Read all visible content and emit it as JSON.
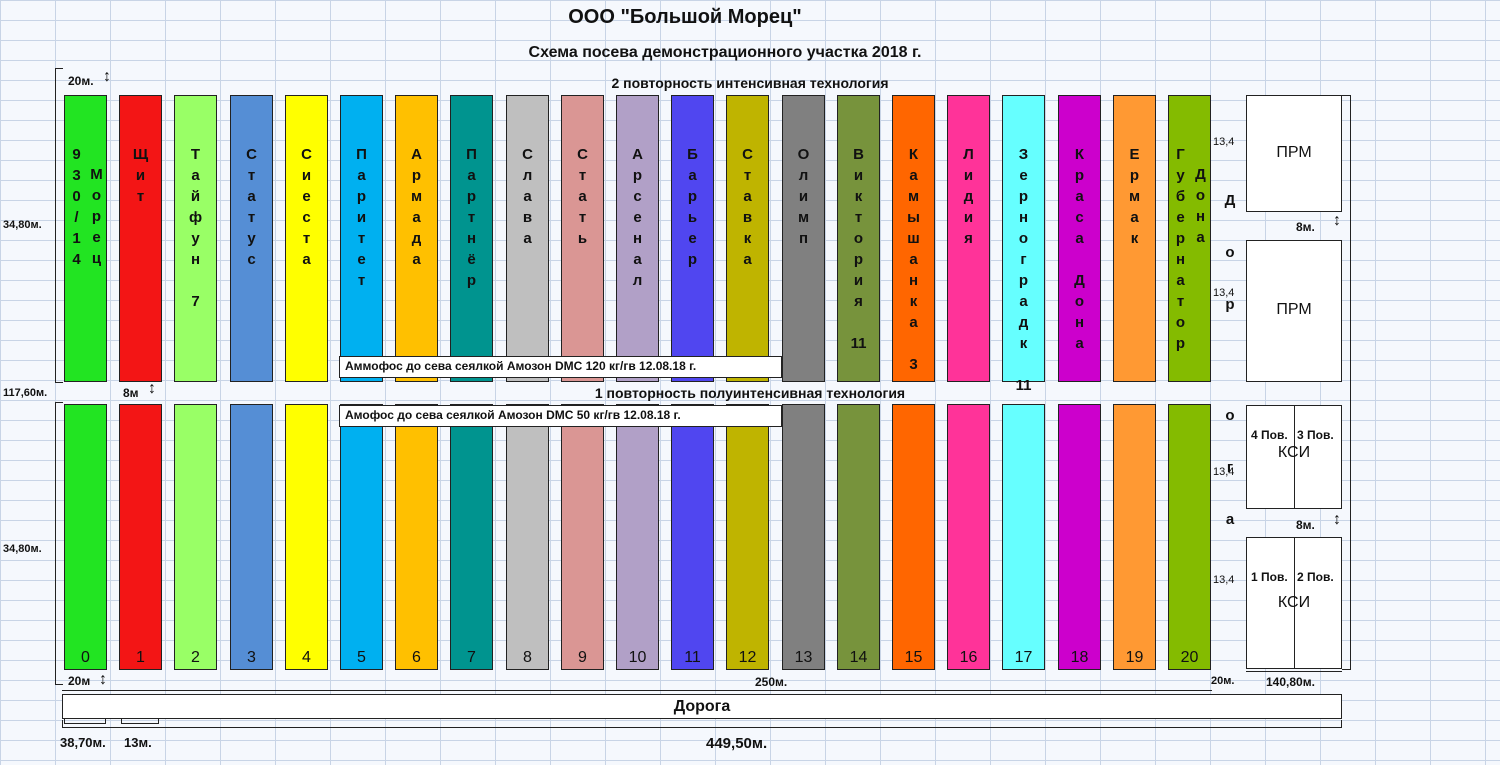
{
  "header": {
    "company": "ООО \"Большой Морец\"",
    "scheme_title": "Схема посева демонстрационного участка 2018 г.",
    "rep2_title": "2 повторность интенсивная технология",
    "rep1_title": "1 повторность полуинтенсивная технология"
  },
  "notes": {
    "top": "Аммофос  до сева сеялкой Амозон DMC 120 кг/гв  12.08.18 г.",
    "bottom": "Амофос  до сева сеялкой Амозон DMC 50 кг/гв  12.08.18 г."
  },
  "strips": [
    {
      "number": "0",
      "name": "9\n3\n0\n/\n1\n4",
      "name2": "М\nо\nр\nе\nц",
      "color": "#22e422"
    },
    {
      "number": "1",
      "name": "Щ\nи\nт",
      "color": "#f31515"
    },
    {
      "number": "2",
      "name": "Т\nа\nй\nф\nу\nн\n\n7",
      "color": "#99ff66"
    },
    {
      "number": "3",
      "name": "С\nт\nа\nт\nу\nс",
      "color": "#558ed5"
    },
    {
      "number": "4",
      "name": "С\nи\nе\nс\nт\nа",
      "color": "#ffff00"
    },
    {
      "number": "5",
      "name": "П\nа\nр\nи\nт\nе\nт",
      "color": "#00b0f0"
    },
    {
      "number": "6",
      "name": "А\nр\nм\nа\nд\nа",
      "color": "#ffc000"
    },
    {
      "number": "7",
      "name": "П\nа\nр\nт\nн\nё\nр",
      "color": "#00948f"
    },
    {
      "number": "8",
      "name": "С\nл\nа\nв\nа",
      "color": "#bfbfbf"
    },
    {
      "number": "9",
      "name": "С\nт\nа\nт\nь",
      "color": "#da9694"
    },
    {
      "number": "10",
      "name": "А\nр\nс\nе\nн\nа\nл",
      "color": "#b1a0c7"
    },
    {
      "number": "11",
      "name": "Б\nа\nр\nь\nе\nр",
      "color": "#5046f0"
    },
    {
      "number": "12",
      "name": "С\nт\nа\nв\nк\nа",
      "color": "#bfb400"
    },
    {
      "number": "13",
      "name": "О\nл\nи\nм\nп",
      "color": "#808080"
    },
    {
      "number": "14",
      "name": "В\nи\nк\nт\nо\nр\nи\nя\n\n11",
      "color": "#77933c"
    },
    {
      "number": "15",
      "name": "К\nа\nм\nы\nш\nа\nн\nк\nа\n\n3",
      "color": "#ff6600"
    },
    {
      "number": "16",
      "name": "Л\nи\nд\nи\nя",
      "color": "#ff3399"
    },
    {
      "number": "17",
      "name": "З\nе\nр\nн\nо\nг\nр\nа\nд\nк\n\n11",
      "color": "#66ffff"
    },
    {
      "number": "18",
      "name": "К\nр\nа\nс\nа\n\nД\nо\nн\nа",
      "color": "#cc00cc"
    },
    {
      "number": "19",
      "name": "Е\nр\nм\nа\nк",
      "color": "#ff9933"
    },
    {
      "number": "20",
      "name": "Г\nу\nб\nе\nр\nн\nа\nт\nо\nр",
      "name2": "Д\nо\nн\nа",
      "color": "#84bb00"
    }
  ],
  "right_panel": {
    "road_letters_top": "Д\nо\nр",
    "road_letters_bottom": "о\nг\nа",
    "prm_label": "ПРМ",
    "ksi_label": "КСИ",
    "pov4": "4 Пов.",
    "pov3": "3 Пов.",
    "pov1": "1 Пов.",
    "pov2": "2 Пов."
  },
  "dimensions": {
    "top_gap": "20м.",
    "mid_gap": "8м",
    "bottom_gap": "20м",
    "field_height_top": "34,80м.",
    "field_height_bottom": "34,80м.",
    "total_height": "117,60м.",
    "field_length": "250м.",
    "box_height": "13,4",
    "box_gap": "8м.",
    "right_gap": "20м.",
    "right_width": "140,80м.",
    "strip0_width": "38,70м.",
    "strip1_width": "13м.",
    "total_length": "449,50м."
  },
  "road": {
    "label": "Дорога"
  }
}
